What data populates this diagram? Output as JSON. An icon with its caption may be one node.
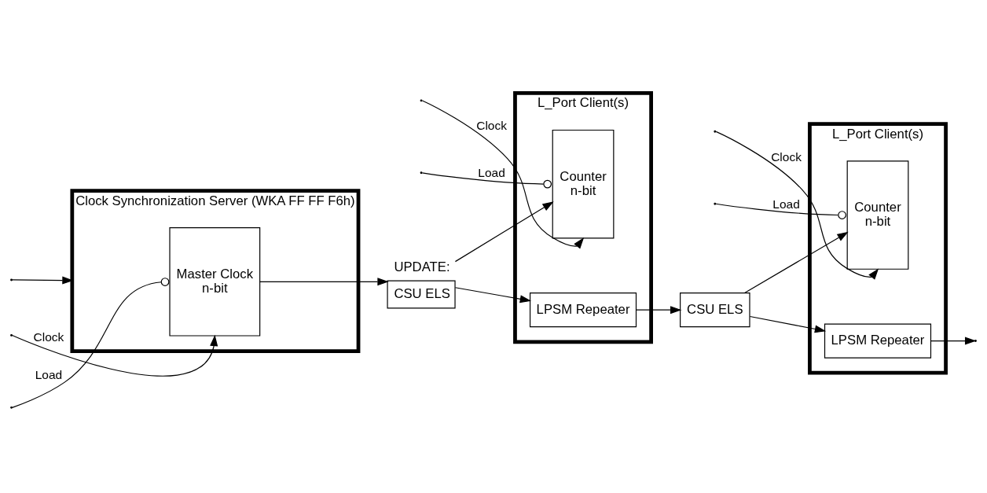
{
  "diagram": {
    "nodes": [
      {
        "text": [
          "Clock Synchronization Server (WKA FF FF F6h)"
        ]
      },
      {
        "text": [
          "Master Clock",
          "n-bit"
        ],
        "in": 0
      },
      {
        "text": [
          "CSU ELS"
        ],
        "beside": [
          "UPDATE:"
        ]
      },
      {
        "text": [
          "L_Port Client(s)"
        ]
      },
      {
        "text": [
          "LPSM Repeater"
        ],
        "in": 3
      },
      {
        "text": [
          "Counter",
          "n-bit"
        ],
        "in": 3
      },
      {
        "text": [
          "CSU ELS"
        ]
      },
      {
        "text": [
          "L_Port Client(s)"
        ]
      },
      {
        "text": [
          "LPSM Repeater"
        ],
        "in": 7
      },
      {
        "text": [
          "Counter",
          "n-bit"
        ],
        "in": 7
      }
    ],
    "edges": [
      {
        "from": null,
        "to": 0,
        "arrow": "to"
      },
      {
        "from": null,
        "to": 1,
        "arrow": "to",
        "label": "Clock"
      },
      {
        "from": null,
        "to": 1,
        "arrow": "other",
        "label": "Load"
      },
      {
        "from": 1,
        "to": 2,
        "arrow": "to"
      },
      {
        "from": 2,
        "to": 4,
        "arrow": "to"
      },
      {
        "from": 2,
        "to": 5,
        "arrow": "to"
      },
      {
        "from": null,
        "to": 5,
        "arrow": "to",
        "label": "Clock"
      },
      {
        "from": null,
        "to": 5,
        "arrow": "other",
        "label": "Load"
      },
      {
        "from": 4,
        "to": 6,
        "arrow": "to"
      },
      {
        "from": 6,
        "to": 8,
        "arrow": "to"
      },
      {
        "from": 6,
        "to": 9,
        "arrow": "to"
      },
      {
        "from": null,
        "to": 9,
        "arrow": "to",
        "label": "Clock"
      },
      {
        "from": null,
        "to": 9,
        "arrow": "other",
        "label": "Load"
      },
      {
        "from": 8,
        "to": null,
        "arrow": "to"
      }
    ]
  }
}
